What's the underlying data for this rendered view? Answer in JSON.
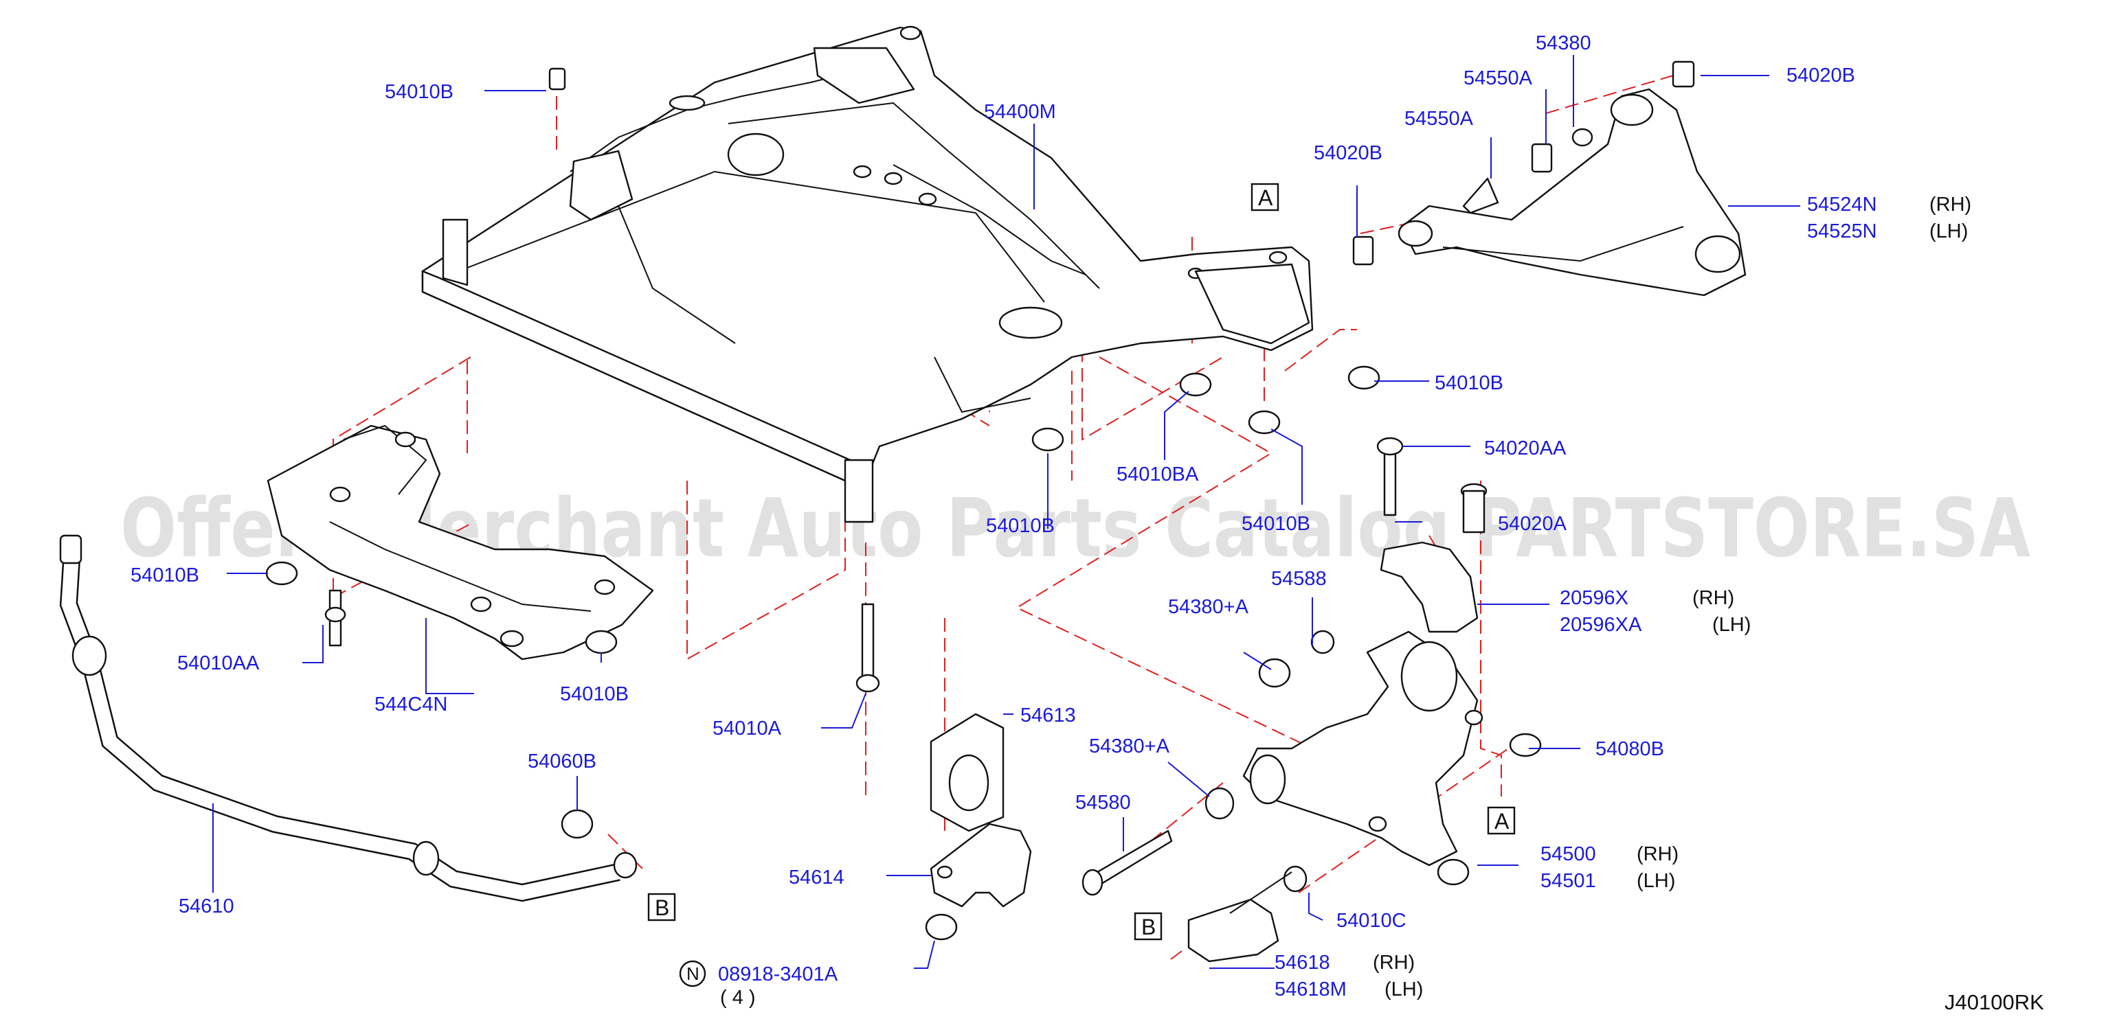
{
  "watermark": "Offers Merchant Auto Parts Catalog PARTSTORE.SA",
  "diagram_code": "J40100RK",
  "labels": {
    "p54010B_top": "54010B",
    "p54400M": "54400M",
    "p54380": "54380",
    "p54550A_1": "54550A",
    "p54550A_2": "54550A",
    "p54020B_right": "54020B",
    "p54020B_mid": "54020B",
    "p54524N": "54524N",
    "p54525N": "54525N",
    "p54010B_right": "54010B",
    "p54010BA": "54010BA",
    "p54020AA": "54020AA",
    "p54010B_left": "54010B",
    "p54010AA": "54010AA",
    "p544C4N": "544C4N",
    "p54010B_lowleft": "54010B",
    "p54010A": "54010A",
    "p54588": "54588",
    "p54380A_1": "54380+A",
    "p20596X": "20596X",
    "p20596XA": "20596XA",
    "p54613": "54613",
    "p54380A_2": "54380+A",
    "p54080B": "54080B",
    "p54580": "54580",
    "p54060B": "54060B",
    "p54610": "54610",
    "p54614": "54614",
    "p54500": "54500",
    "p54501": "54501",
    "p54010C": "54010C",
    "p54618": "54618",
    "p54618M": "54618M",
    "p08918": "08918-3401A",
    "qty": "( 4 )",
    "n_symbol": "N",
    "obscured_1": "54010B",
    "obscured_2": "54010B",
    "obscured_3": "54020A"
  },
  "sides": {
    "rh_1": "(RH)",
    "lh_1": "(LH)",
    "rh_2": "(RH)",
    "lh_2": "(LH)",
    "rh_3": "(RH)",
    "lh_3": "(LH)",
    "rh_4": "(RH)",
    "lh_4": "(LH)"
  },
  "refs": {
    "a_top": "A",
    "a_bottom": "A",
    "b_left": "B",
    "b_bottom": "B"
  },
  "colors": {
    "label": "#1a1ad8",
    "leader": "#1a1ad8",
    "dashed": "#e02020",
    "lines": "#111111"
  }
}
